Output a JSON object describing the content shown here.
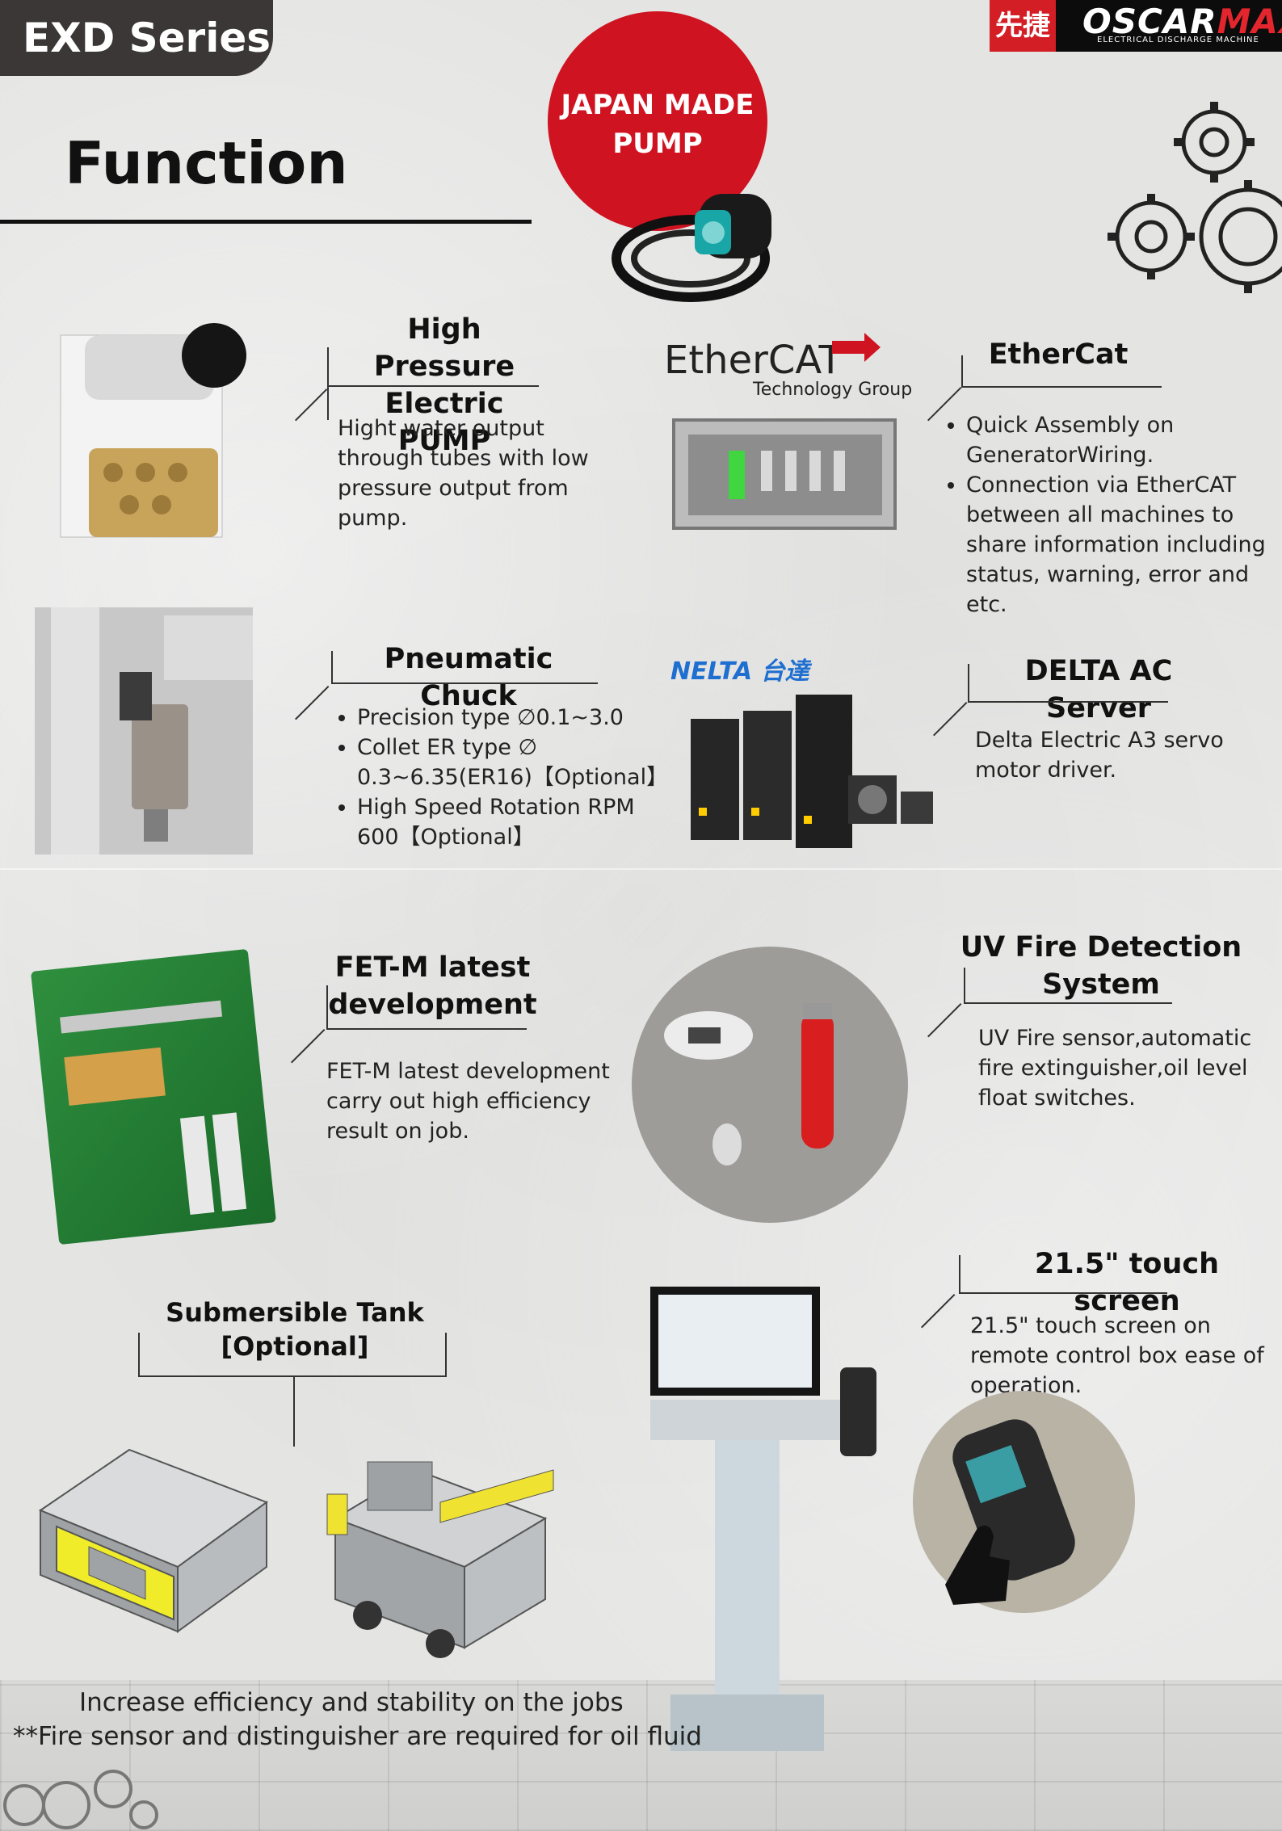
{
  "header": {
    "series": "EXD Series",
    "title": "Function",
    "badge_line1": "JAPAN MADE",
    "badge_line2": "PUMP",
    "logo_chinese": "先捷",
    "logo_brand_a": "OSCAR",
    "logo_brand_b": "MAX",
    "logo_tagline": "ELECTRICAL DISCHARGE MACHINE"
  },
  "features": {
    "pump": {
      "title_line1": "High Pressure",
      "title_line2": "Electric PUMP",
      "body": "Hight water output through tubes with low pressure output from pump."
    },
    "ethercat": {
      "logo_text": "EtherCAT",
      "logo_sub": "Technology Group",
      "title": "EtherCat",
      "bullets": [
        "Quick Assembly on GeneratorWiring.",
        "Connection via EtherCAT between all machines to share information including status, warning, error and etc."
      ]
    },
    "chuck": {
      "title": "Pneumatic Chuck",
      "bullets": [
        "Precision type ∅0.1~3.0",
        "Collet ER type ∅ 0.3~6.35(ER16)【Optional】",
        "High Speed Rotation RPM 600【Optional】"
      ]
    },
    "delta": {
      "logo_text": "NELTA 台達",
      "title": "DELTA AC Server",
      "body": "Delta Electric A3 servo motor driver."
    },
    "fetm": {
      "title_line1": "FET-M latest",
      "title_line2": "development",
      "body": "FET-M latest development carry out high efficiency result on job."
    },
    "uv": {
      "title_line1": "UV Fire Detection",
      "title_line2": "System",
      "body": "UV Fire sensor,automatic fire extinguisher,oil level float switches."
    },
    "touch": {
      "title": "21.5\" touch screen",
      "body": "21.5\" touch screen on remote control box ease of operation."
    },
    "tank": {
      "title_line1": "Submersible Tank",
      "title_line2": "[Optional]"
    }
  },
  "footer": {
    "line1": "Increase efficiency and stability on the jobs",
    "line2": "**Fire sensor and distinguisher are required for oil fluid"
  },
  "colors": {
    "accent_red": "#d01320",
    "dark": "#3a3736"
  }
}
